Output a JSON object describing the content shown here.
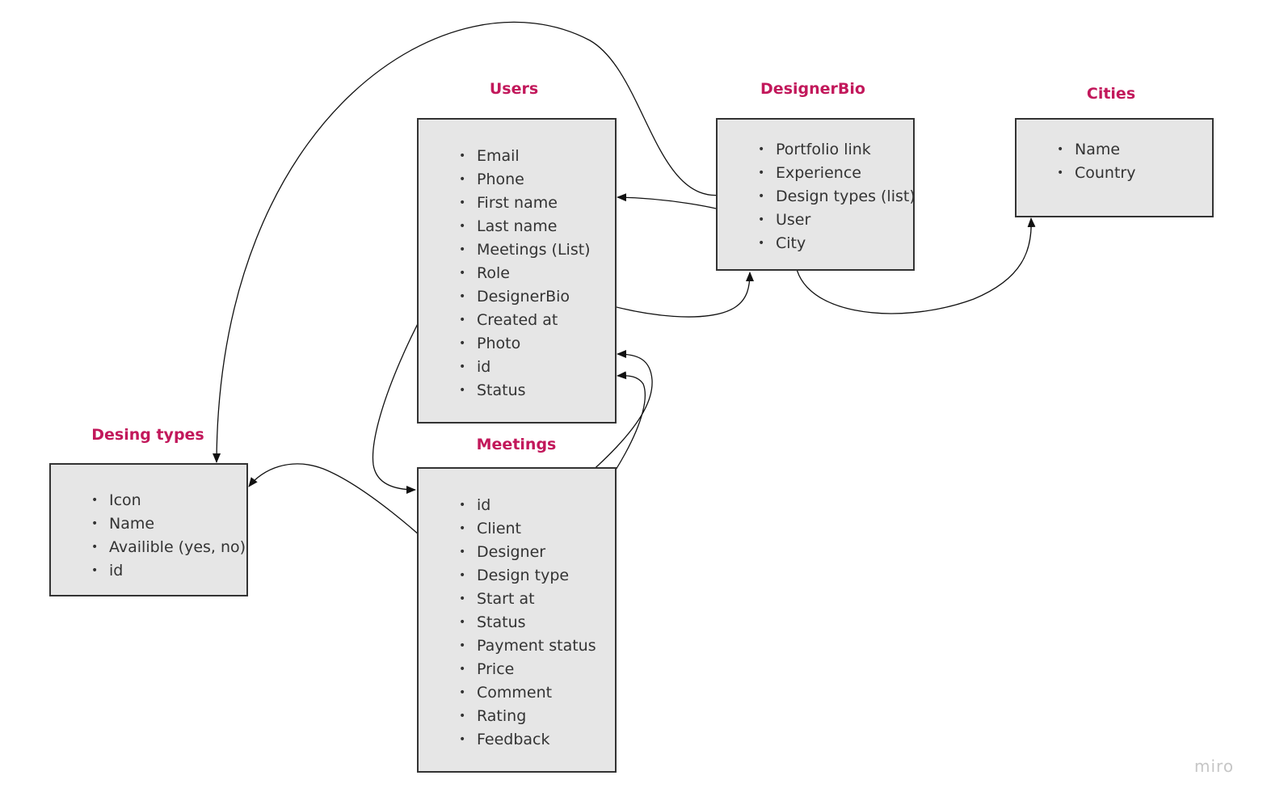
{
  "entities": {
    "users": {
      "title": "Users",
      "fields": [
        "Email",
        "Phone",
        "First name",
        "Last name",
        "Meetings (List)",
        "Role",
        "DesignerBio",
        "Created at",
        "Photo",
        "id",
        "Status"
      ]
    },
    "designer_bio": {
      "title": "DesignerBio",
      "fields": [
        "Portfolio link",
        "Experience",
        "Design types (list)",
        "User",
        "City"
      ]
    },
    "cities": {
      "title": "Cities",
      "fields": [
        "Name",
        "Country"
      ]
    },
    "design_types": {
      "title": "Desing types",
      "fields": [
        "Icon",
        "Name",
        "Availible (yes, no)",
        "id"
      ]
    },
    "meetings": {
      "title": "Meetings",
      "fields": [
        "id",
        "Client",
        "Designer",
        "Design type",
        "Start at",
        "Status",
        "Payment status",
        "Price",
        "Comment",
        "Rating",
        "Feedback"
      ]
    }
  },
  "relations": [
    {
      "from": "DesignerBio.Design types (list)",
      "to": "Desing types"
    },
    {
      "from": "DesignerBio.User",
      "to": "Users"
    },
    {
      "from": "DesignerBio.City",
      "to": "Cities"
    },
    {
      "from": "Users.DesignerBio",
      "to": "DesignerBio"
    },
    {
      "from": "Users.Meetings (List)",
      "to": "Meetings"
    },
    {
      "from": "Meetings.Client",
      "to": "Users"
    },
    {
      "from": "Meetings.Designer",
      "to": "Users"
    },
    {
      "from": "Meetings.Design type",
      "to": "Desing types"
    }
  ],
  "watermark": "miro",
  "colors": {
    "title": "#c2185b",
    "box_fill": "#e6e6e6",
    "box_border": "#333333",
    "text": "#333333",
    "watermark": "#c6c6c6"
  }
}
